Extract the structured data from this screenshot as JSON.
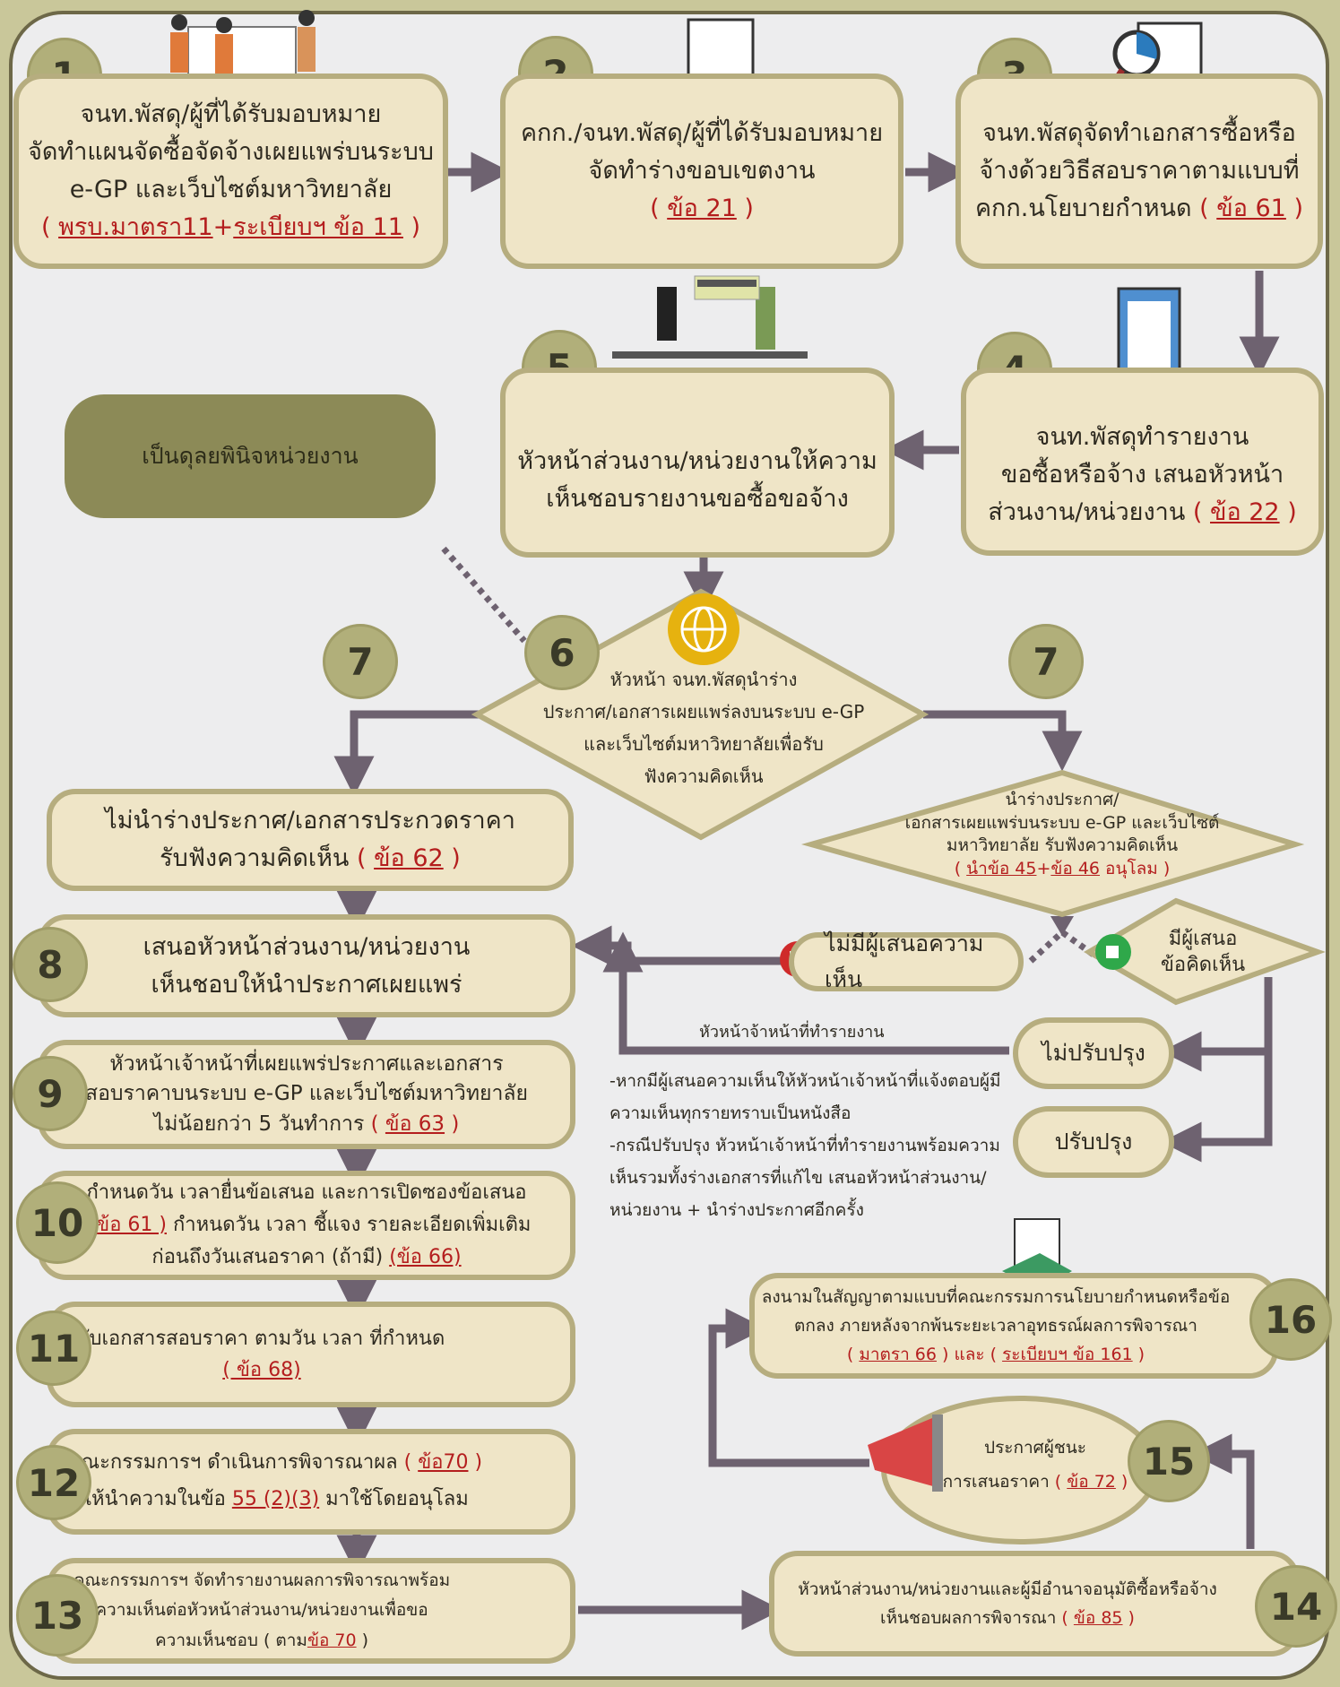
{
  "steps": {
    "s1": {
      "num": "1",
      "line1": "จนท.พัสดุ/ผู้ที่ได้รับมอบหมาย",
      "line2": "จัดทำแผนจัดซื้อจัดจ้างเผยแพร่บนระบบ",
      "line3": "e-GP และเว็บไซต์มหาวิทยาลัย",
      "open": "( ",
      "ref1": "พรบ.มาตรา11",
      "plus": "+",
      "ref2": "ระเบียบฯ ข้อ 11",
      "close": " )"
    },
    "s2": {
      "num": "2",
      "line1": "คกก./จนท.พัสดุ/ผู้ที่ได้รับมอบหมาย",
      "line2": "จัดทำร่างขอบเขตงาน",
      "open": "( ",
      "ref": "ข้อ 21",
      "close": " )"
    },
    "s3": {
      "num": "3",
      "line1": "จนท.พัสดุจัดทำเอกสารซื้อหรือ",
      "line2": "จ้างด้วยวิธีสอบราคาตามแบบที่",
      "line3": "คกก.นโยบายกำหนด",
      "open": " ( ",
      "ref": "ข้อ 61",
      "close": " )"
    },
    "s4": {
      "num": "4",
      "line1": "จนท.พัสดุทำรายงาน",
      "line2": "ขอซื้อหรือจ้าง เสนอหัวหน้า",
      "line3": "ส่วนงาน/หน่วยงาน",
      "open": " ( ",
      "ref": "ข้อ 22",
      "close": " )"
    },
    "s5": {
      "num": "5",
      "line1": "หัวหน้าส่วนงาน/หน่วยงานให้ความ",
      "line2": "เห็นชอบรายงานขอซื้อขอจ้าง"
    },
    "s6": {
      "num": "6",
      "line1": "หัวหน้า จนท.พัสดุนำร่าง",
      "line2": "ประกาศ/เอกสารเผยแพร่ลงบนระบบ e-GP",
      "line3": "และเว็บไซต์มหาวิทยาลัยเพื่อรับ",
      "line4": "ฟังความคิดเห็น"
    },
    "s7_left": {
      "num": "7",
      "line1": "ไม่นำร่างประกาศ/เอกสารประกวดราคา",
      "line2": "รับฟังความคิดเห็น",
      "open": " ( ",
      "ref": "ข้อ 62",
      "close": " )"
    },
    "s7_right": {
      "num": "7",
      "line1": "นำร่างประกาศ/",
      "line2": "เอกสารเผยแพร่บนระบบ e-GP และเว็บไซต์",
      "line3": "มหาวิทยาลัย รับฟังความคิดเห็น",
      "open": "( ",
      "ref1": "นำข้อ 45",
      "plus": "+",
      "ref2": "ข้อ 46",
      "tail": " อนุโลม",
      "close": " )"
    },
    "s8": {
      "num": "8",
      "line1": "เสนอหัวหน้าส่วนงาน/หน่วยงาน",
      "line2": "เห็นชอบให้นำประกาศเผยแพร่"
    },
    "s9": {
      "num": "9",
      "line1": "หัวหน้าเจ้าหน้าที่เผยแพร่ประกาศและเอกสาร",
      "line2": "สอบราคาบนระบบ e-GP และเว็บไซต์มหาวิทยาลัย",
      "line3": "ไม่น้อยกว่า 5 วันทำการ",
      "open": " ( ",
      "ref": "ข้อ 63",
      "close": " )"
    },
    "s10": {
      "num": "10",
      "line1": "กำหนดวัน เวลายื่นข้อเสนอ และการเปิดซองข้อเสนอ",
      "ref1": "( ข้อ 61 )",
      "line2": " กำหนดวัน เวลา ชี้แจง รายละเอียดเพิ่มเติม",
      "line3": "ก่อนถึงวันเสนอราคา (ถ้ามี) ",
      "ref2": "(ข้อ 66)"
    },
    "s11": {
      "num": "11",
      "line1": "รับเอกสารสอบราคา ตามวัน เวลา ที่กำหนด",
      "ref": "( ข้อ 68)"
    },
    "s12": {
      "num": "12",
      "line1": "คณะกรรมการฯ ดำเนินการพิจารณาผล",
      "open": " ( ",
      "ref": "ข้อ70",
      "close": " )",
      "line2a": "ให้นำความในข้อ ",
      "ref2": "55 (2)(3)",
      "line2b": " มาใช้โดยอนุโลม"
    },
    "s13": {
      "num": "13",
      "line1": "คณะกรรมการฯ จัดทำรายงานผลการพิจารณาพร้อม",
      "line2": "ความเห็นต่อหัวหน้าส่วนงาน/หน่วยงานเพื่อขอ",
      "line3": "ความเห็นชอบ ( ตาม",
      "ref": "ข้อ 70",
      "close": " )"
    },
    "s14": {
      "num": "14",
      "line1": "หัวหน้าส่วนงาน/หน่วยงานและผู้มีอำนาจอนุมัติซื้อหรือจ้าง",
      "line2": "เห็นชอบผลการพิจารณา",
      "open": " ( ",
      "ref": "ข้อ 85",
      "close": " )"
    },
    "s15": {
      "num": "15",
      "line1": "ประกาศผู้ชนะ",
      "line2": "การเสนอราคา",
      "open": " ( ",
      "ref": "ข้อ 72",
      "close": " )"
    },
    "s16": {
      "num": "16",
      "line1": "ลงนามในสัญญาตามแบบที่คณะกรรมการนโยบายกำหนดหรือข้อ",
      "line2": "ตกลง ภายหลังจากพ้นระยะเวลาอุทธรณ์ผลการพิจารณา",
      "open1": "( ",
      "ref1": "มาตรา 66",
      "mid": " ) และ ( ",
      "ref2": "ระเบียบฯ ข้อ 161",
      "close": " )"
    }
  },
  "note": {
    "text": "เป็นดุลยพินิจหน่วยงาน"
  },
  "feedback": {
    "no_comment": "ไม่มีผู้เสนอความเห็น",
    "has_comment_1": "มีผู้เสนอ",
    "has_comment_2": "ข้อคิดเห็น",
    "no_improve": "ไม่ปรับปรุง",
    "improve": "ปรับปรุง",
    "head_report": "หัวหน้าจ้าหน้าที่ทำรายงาน",
    "explain1": "-หากมีผู้เสนอความเห็นให้หัวหน้าเจ้าหน้าที่แจ้งตอบผู้มี",
    "explain2": "ความเห็นทุกรายทราบเป็นหนังสือ",
    "explain3": "-กรณีปรับปรุง หัวหน้าเจ้าหน้าที่ทำรายงานพร้อมความ",
    "explain4": "เห็นรวมทั้งร่างเอกสารที่แก้ไข เสนอหัวหน้าส่วนงาน/",
    "explain5": "หน่วยงาน + นำร่างประกาศอีกครั้ง"
  },
  "colors": {
    "panel": "#ededee",
    "box": "#efe5c7",
    "border": "#b6ad7f",
    "badge": "#b1af7a",
    "arrow": "#6e6270",
    "reference": "#b41e1e"
  }
}
